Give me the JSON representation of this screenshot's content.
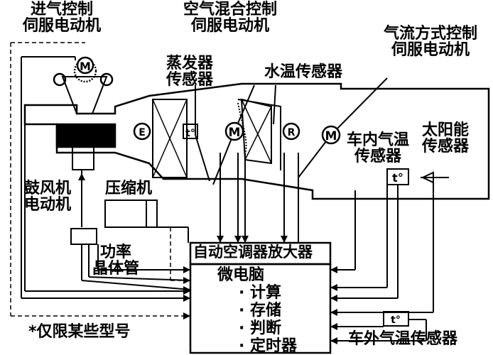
{
  "labels": {
    "intake_motor": [
      "进气控制",
      "伺服电动机"
    ],
    "air_mix_motor": [
      "空气混合控制",
      "伺服电动机"
    ],
    "airflow_motor": [
      "气流方式控制",
      "伺服电动机"
    ],
    "evaporator_sensor": [
      "蒸发器",
      "传感器"
    ],
    "water_temp_sensor": "水温传感器",
    "cabin_temp_sensor": [
      "车内气温",
      "传感器"
    ],
    "solar_sensor": [
      "太阳能",
      "传感器"
    ],
    "blower_motor": [
      "鼓风机",
      "电动机"
    ],
    "compressor": "压缩机",
    "power_transistor": [
      "功率",
      "晶体管"
    ],
    "amplifier": "自动空调器放大器",
    "microcomputer": "微电脑",
    "functions": [
      "· 计算",
      "· 存储",
      "· 判断",
      "· 定时器"
    ],
    "models_note": "*仅限某些型号",
    "outside_temp_sensor": "车外气温传感器"
  },
  "symbols": {
    "motor": "M",
    "evaporator": "E",
    "heater": "R",
    "temp_symbol": "t°"
  },
  "colors": {
    "line": "#000000",
    "background": "#ffffff"
  }
}
